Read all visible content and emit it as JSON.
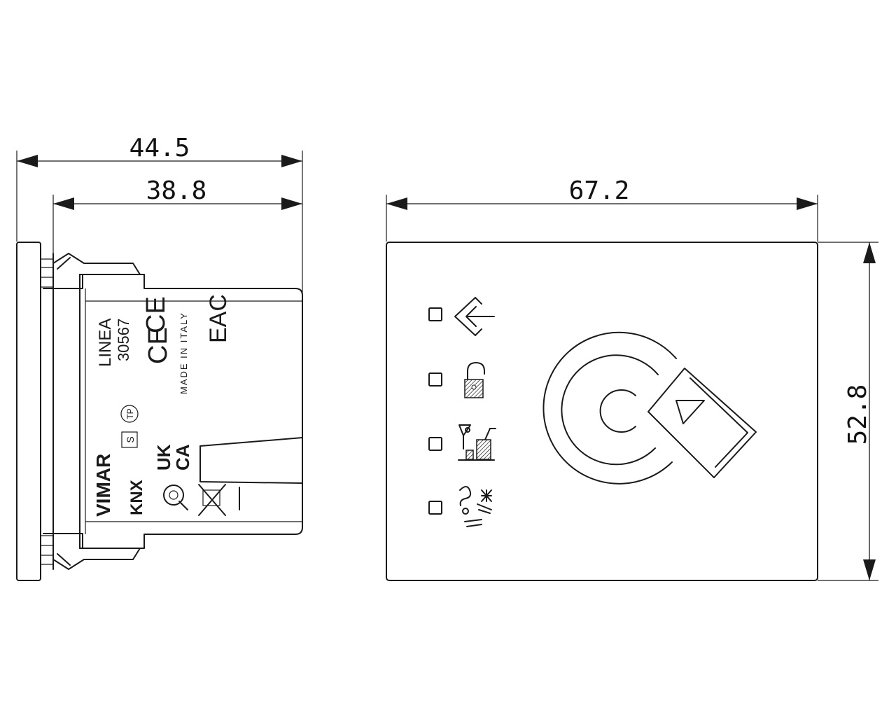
{
  "dimensions": {
    "side_total_width": "44.5",
    "side_body_width": "38.8",
    "front_width": "67.2",
    "front_height": "52.8"
  },
  "side_markings": {
    "series": "LINEA",
    "code": "30567",
    "ce": "CE",
    "origin": "MADE IN ITALY",
    "eac": "EAC",
    "brand": "VIMAR",
    "knx": "KNX",
    "s_mark": "S",
    "tp_mark": "TP",
    "ukca_line1": "UK",
    "ukca_line2": "CA"
  },
  "front_panel": {
    "indicators": [
      {
        "icon": "enter-arrow-icon"
      },
      {
        "icon": "unlocked-padlock-icon"
      },
      {
        "icon": "minibar-service-icon"
      },
      {
        "icon": "climate-comfort-icon"
      }
    ],
    "center_icon": "rfid-card-reader-icon"
  },
  "colors": {
    "line": "#1a1a1a",
    "background": "#ffffff"
  }
}
